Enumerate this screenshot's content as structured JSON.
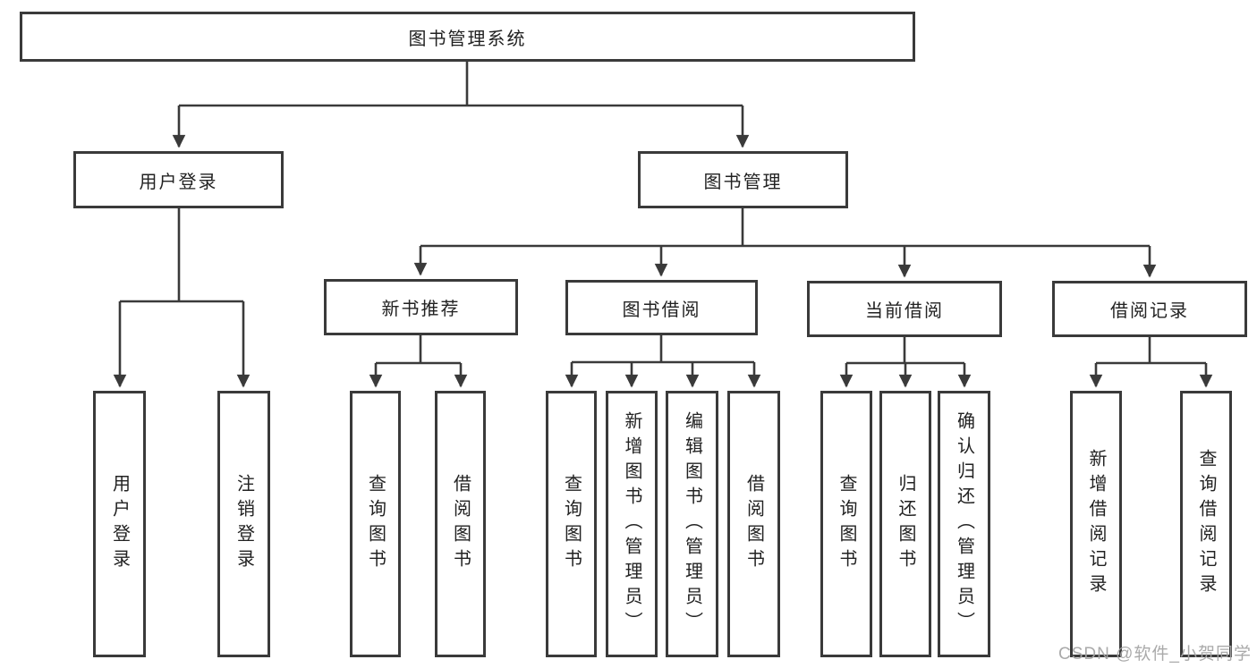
{
  "diagram": {
    "root": {
      "label": "图书管理系统"
    },
    "level2": [
      {
        "label": "用户登录"
      },
      {
        "label": "图书管理"
      }
    ],
    "level3": [
      {
        "label": "新书推荐"
      },
      {
        "label": "图书借阅"
      },
      {
        "label": "当前借阅"
      },
      {
        "label": "借阅记录"
      }
    ],
    "leaves": [
      {
        "label": "用户登录"
      },
      {
        "label": "注销登录"
      },
      {
        "label": "查询图书"
      },
      {
        "label": "借阅图书"
      },
      {
        "label": "查询图书"
      },
      {
        "label": "新增图书（管理员）"
      },
      {
        "label": "编辑图书（管理员）"
      },
      {
        "label": "借阅图书"
      },
      {
        "label": "查询图书"
      },
      {
        "label": "归还图书"
      },
      {
        "label": "确认归还（管理员）"
      },
      {
        "label": "新增借阅记录"
      },
      {
        "label": "查询借阅记录"
      }
    ]
  },
  "watermark": {
    "text": "CSDN @软件_小贺同学"
  },
  "colors": {
    "line": "#3a3a3a",
    "text": "#222222",
    "background": "#ffffff",
    "watermark": "#a5a5a5"
  }
}
